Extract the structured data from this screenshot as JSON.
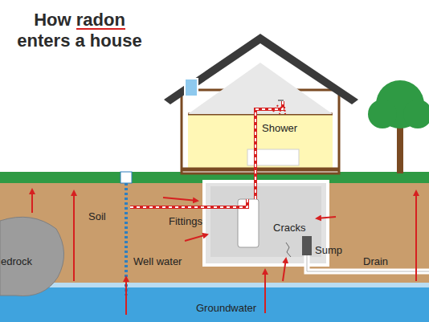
{
  "diagram": {
    "title": "How radon enters a house",
    "labels": [
      "Shower",
      "Soil",
      "Fittings",
      "Cracks",
      "Well water",
      "Sump",
      "Drain",
      "Groundwater",
      "edrock"
    ]
  }
}
